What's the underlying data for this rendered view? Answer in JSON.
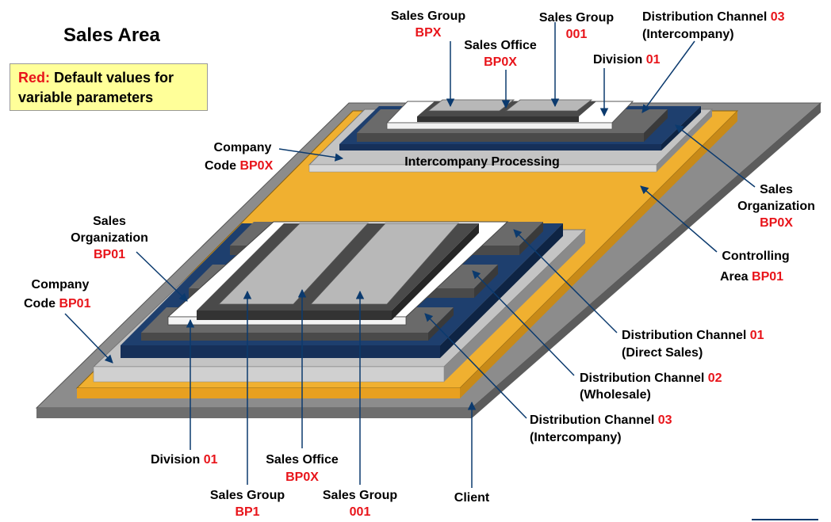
{
  "title": "Sales Area",
  "legend": {
    "red_word": "Red:",
    "text": "Default values for variable parameters"
  },
  "colors": {
    "client": "#8c8c8c",
    "controlling": "#f0b030",
    "company": "#c4c4c4",
    "salesorg": "#1e3f6e",
    "channel": "#6a6a6a",
    "division": "#ffffff",
    "office": "#4a4a4a",
    "group": "#b8b8b8",
    "highlight": "#e8141a",
    "arrow": "#0b3a6e"
  },
  "layers": {
    "intercompany_processing": "Intercompany Processing"
  },
  "labels": {
    "sales_group_bpx": {
      "line1": "Sales Group",
      "value": "BPX"
    },
    "sales_office_bp0x_top": {
      "line1": "Sales Office",
      "value": "BP0X"
    },
    "sales_group_001_top": {
      "line1": "Sales Group",
      "value": "001"
    },
    "dist_channel_03_top": {
      "line1": "Distribution Channel",
      "value": "03",
      "line2": "(Intercompany)"
    },
    "division_01_top": {
      "line1": "Division",
      "value": "01"
    },
    "company_code_bp0x": {
      "line1": "Company",
      "line2": "Code",
      "value": "BP0X"
    },
    "sales_org_bp0x": {
      "line1": "Sales",
      "line2": "Organization",
      "value": "BP0X"
    },
    "controlling_area": {
      "line1": "Controlling",
      "line2": "Area",
      "value": "BP01"
    },
    "sales_org_bp01": {
      "line1": "Sales",
      "line2": "Organization",
      "value": "BP01"
    },
    "company_code_bp01": {
      "line1": "Company",
      "line2": "Code",
      "value": "BP01"
    },
    "dist_channel_01": {
      "line1": "Distribution Channel",
      "value": "01",
      "line2": "(Direct Sales)"
    },
    "dist_channel_02": {
      "line1": "Distribution Channel",
      "value": "02",
      "line2": "(Wholesale)"
    },
    "dist_channel_03_bottom": {
      "line1": "Distribution Channel",
      "value": "03",
      "line2": "(Intercompany)"
    },
    "division_01_bottom": {
      "line1": "Division",
      "value": "01"
    },
    "sales_office_bp0x_bottom": {
      "line1": "Sales Office",
      "value": "BP0X"
    },
    "sales_group_bp1": {
      "line1": "Sales Group",
      "value": "BP1"
    },
    "sales_group_001_bottom": {
      "line1": "Sales Group",
      "value": "001"
    },
    "client": {
      "line1": "Client"
    }
  }
}
